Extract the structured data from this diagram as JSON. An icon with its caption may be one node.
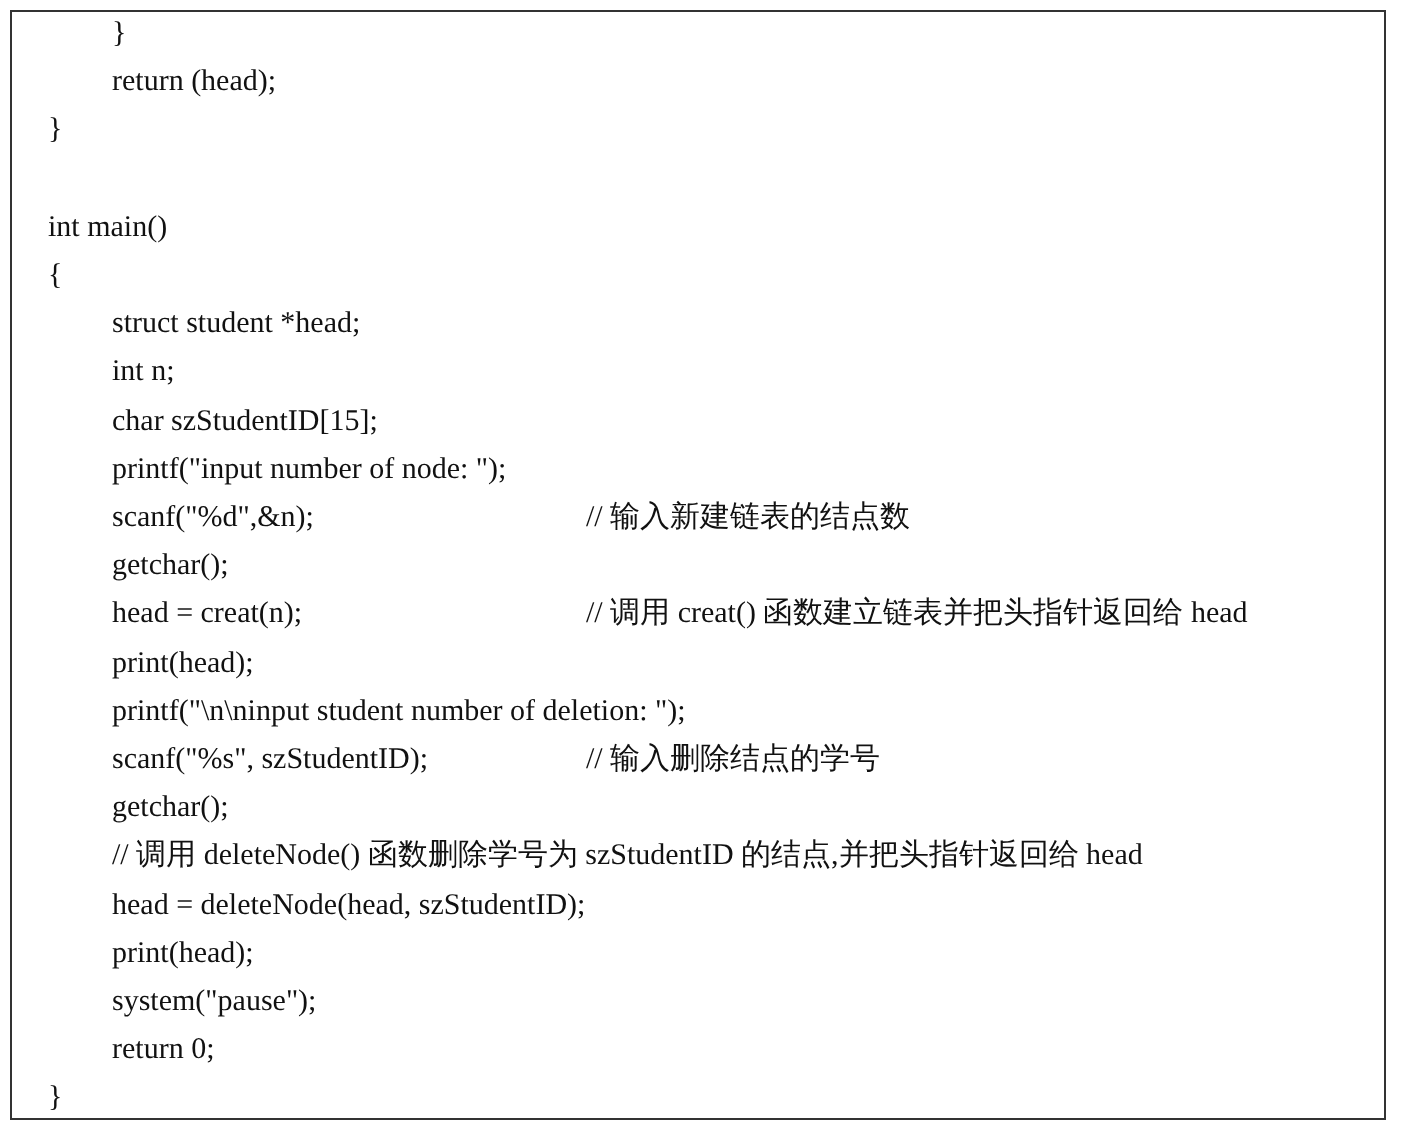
{
  "diagram": {
    "labels": [
      "}",
      "return (head);",
      "}",
      "int main()",
      "{",
      "struct student *head;",
      "int n;",
      "char szStudentID[15];",
      "printf(\"input number of node: \");",
      "scanf(\"%d\",&n);",
      "// 输入新建链表的结点数",
      "getchar();",
      "head = creat(n);",
      "// 调用 creat() 函数建立链表并把头指针返回给 head",
      "print(head);",
      "printf(\"\\n\\ninput student number of deletion: \");",
      "scanf(\"%s\", szStudentID);",
      "// 输入删除结点的学号",
      "getchar();",
      "// 调用 deleteNode() 函数删除学号为 szStudentID 的结点,并把头指针返回给 head",
      "head = deleteNode(head, szStudentID);",
      "print(head);",
      "system(\"pause\");",
      "return 0;",
      "}"
    ]
  }
}
